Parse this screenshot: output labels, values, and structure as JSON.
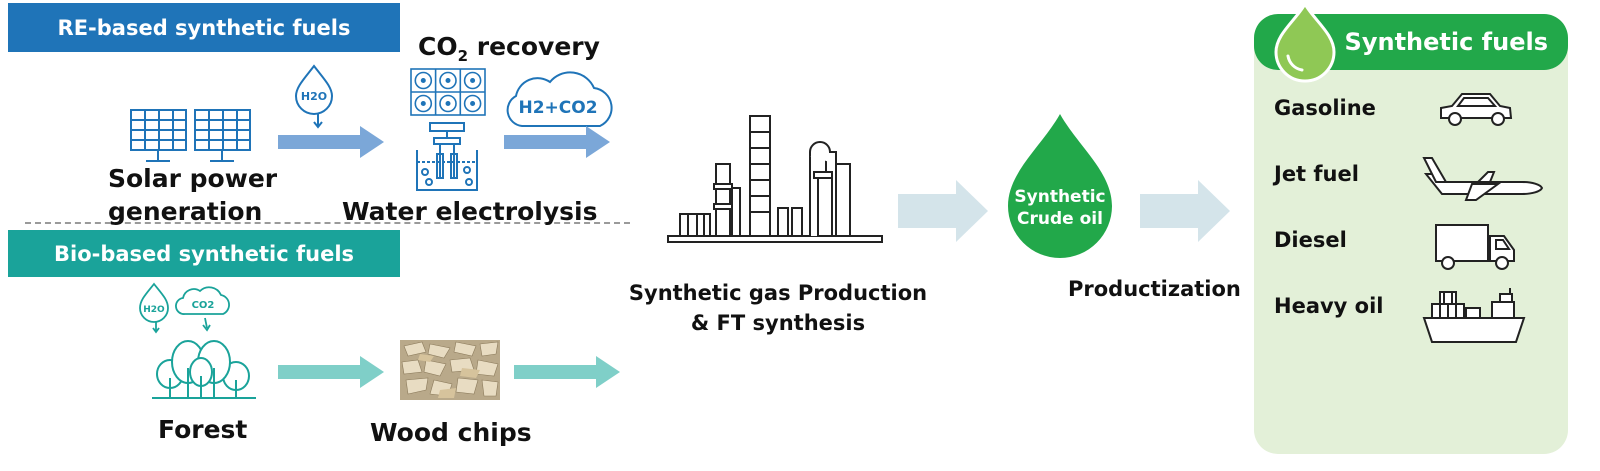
{
  "banners": {
    "re": "RE-based synthetic fuels",
    "bio": "Bio-based synthetic fuels",
    "synthetic_fuels": "Synthetic fuels"
  },
  "labels": {
    "solar_power": "Solar power",
    "generation": "generation",
    "co2_recovery_prefix": "CO",
    "co2_recovery_sub": "2",
    "co2_recovery_suffix": " recovery",
    "water_electrolysis": "Water electrolysis",
    "forest": "Forest",
    "wood_chips": "Wood chips",
    "synthesis_line1": "Synthetic gas Production",
    "synthesis_line2": "& FT synthesis",
    "productization": "Productization",
    "crude_line1": "Synthetic",
    "crude_line2": "Crude oil"
  },
  "icon_text": {
    "h2o": "H2O",
    "h2_co2": "H2+CO2",
    "co2": "CO2"
  },
  "fuels": [
    {
      "label": "Gasoline",
      "icon": "car-icon"
    },
    {
      "label": "Jet fuel",
      "icon": "airplane-icon"
    },
    {
      "label": "Diesel",
      "icon": "truck-icon"
    },
    {
      "label": "Heavy oil",
      "icon": "ship-icon"
    }
  ],
  "colors": {
    "re_blue": "#1f74b8",
    "bio_teal": "#1aa39a",
    "green": "#22a84a",
    "light_green": "#8fc855",
    "panel_bg": "#e3f0d8",
    "arrow_grey": "#d4e4ea"
  }
}
